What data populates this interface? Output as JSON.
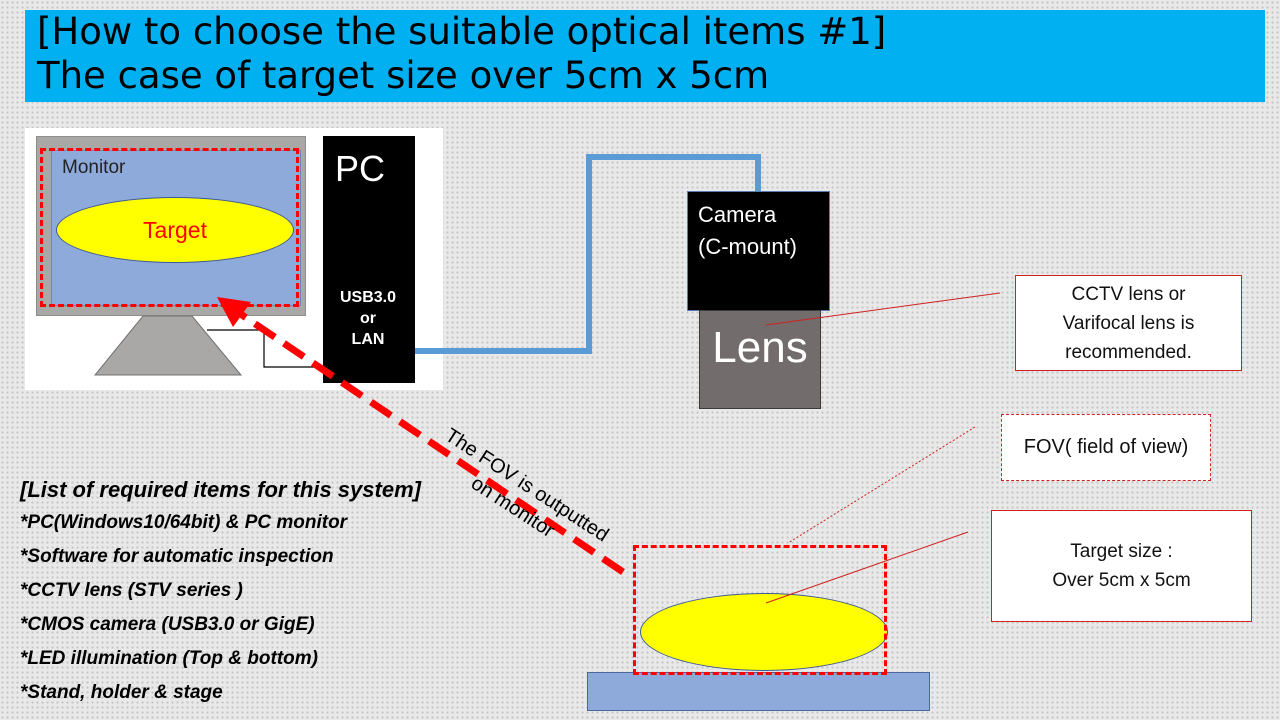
{
  "title": {
    "line1": "[How to choose the suitable optical items #1]",
    "line2": "The case of target size over 5cm x 5cm"
  },
  "monitor": {
    "label": "Monitor",
    "target_label": "Target"
  },
  "pc": {
    "label": "PC",
    "ports": [
      "USB3.0",
      "or",
      "LAN"
    ]
  },
  "camera": {
    "label_line1": "Camera",
    "label_line2": "(C-mount)"
  },
  "lens": {
    "label": "Lens"
  },
  "callouts": {
    "lens": [
      "CCTV lens or",
      "Varifocal lens is",
      "recommended."
    ],
    "fov": "FOV( field of view)",
    "target": [
      "Target size :",
      "Over 5cm x 5cm"
    ]
  },
  "fov_note": [
    "The FOV is outputted",
    "on monitor"
  ],
  "items_list": {
    "heading": "[List of required items for this system]",
    "items": [
      "*PC(Windows10/64bit) & PC monitor",
      "*Software for automatic inspection",
      "*CCTV lens (STV series )",
      "*CMOS camera (USB3.0 or GigE)",
      "*LED illumination (Top & bottom)",
      "*Stand, holder & stage"
    ]
  },
  "colors": {
    "banner": "#00b0f0",
    "cable": "#5b9bd5",
    "dash_red": "#ff0000",
    "target_yellow": "#ffff00",
    "screen_blue": "#8eaadb"
  }
}
